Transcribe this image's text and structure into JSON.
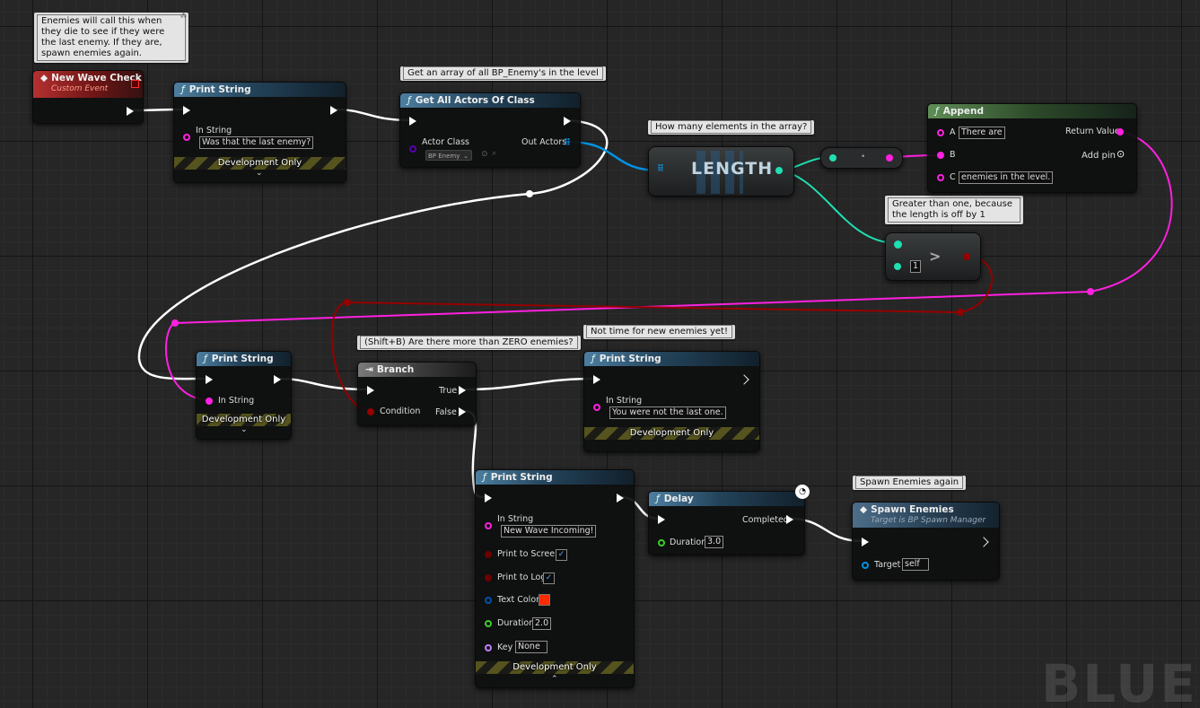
{
  "watermark": "BLUEPRINT",
  "colors": {
    "exec": "#ffffff",
    "string": "#ff20e0",
    "bool": "#950000",
    "int": "#1fe0b2",
    "float": "#39d027",
    "object": "#0092e6",
    "class": "#5a00b0",
    "text_color": "#ff2a00"
  },
  "comments": {
    "event": "Enemies will call this when they die to see if they were the last enemy. If they are, spawn enemies again.",
    "get_actors": "Get an array of all BP_Enemy's in the level",
    "length": "How many elements in the array?",
    "greater": "Greater than one, because the length is off by 1",
    "branch": "(Shift+B) Are there more than ZERO enemies?",
    "not_time": "Not time for new enemies yet!",
    "spawn": "Spawn Enemies again"
  },
  "event_node": {
    "title": "New Wave Check",
    "subtitle": "Custom Event"
  },
  "print1": {
    "title": "Print String",
    "in_string_label": "In String",
    "in_string": "Was that the last enemy?",
    "footer": "Development Only"
  },
  "get_actors": {
    "title": "Get All Actors Of Class",
    "actor_class_label": "Actor Class",
    "actor_class_value": "BP Enemy",
    "out_label": "Out Actors"
  },
  "length": {
    "title": "LENGTH"
  },
  "append": {
    "title": "Append",
    "a_label": "A",
    "a_value": "There are",
    "b_label": "B",
    "c_label": "C",
    "c_value": "enemies in the level.",
    "return_label": "Return Value",
    "add_pin_label": "Add pin"
  },
  "greater": {
    "op": ">",
    "b_value": "1"
  },
  "print2": {
    "title": "Print String",
    "in_string_label": "In String",
    "footer": "Development Only"
  },
  "branch": {
    "title": "Branch",
    "true_label": "True",
    "false_label": "False",
    "condition_label": "Condition"
  },
  "print3": {
    "title": "Print String",
    "in_string_label": "In String",
    "in_string": "You were not the last one.",
    "footer": "Development Only"
  },
  "print4": {
    "title": "Print String",
    "in_string_label": "In String",
    "in_string": "New Wave Incoming!",
    "print_screen_label": "Print to Screen",
    "print_log_label": "Print to Log",
    "text_color_label": "Text Color",
    "duration_label": "Duration",
    "duration": "2.0",
    "key_label": "Key",
    "key": "None",
    "footer": "Development Only"
  },
  "delay": {
    "title": "Delay",
    "completed_label": "Completed",
    "duration_label": "Duration",
    "duration": "3.0"
  },
  "spawn": {
    "title": "Spawn Enemies",
    "subtitle": "Target is BP Spawn Manager",
    "target_label": "Target",
    "target_value": "self"
  }
}
